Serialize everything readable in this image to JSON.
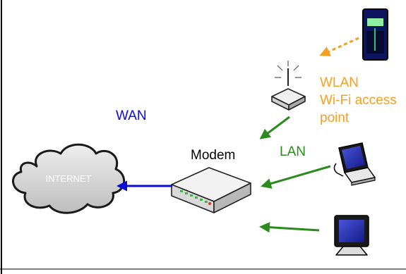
{
  "diagram": {
    "nodes": {
      "internet": {
        "label": "INTERNET"
      },
      "modem": {
        "label": "Modem"
      },
      "wifi_access_point": {
        "lines": [
          "WLAN",
          "Wi-Fi access",
          "point"
        ]
      },
      "laptop": {},
      "desktop_monitor": {},
      "wireless_device": {}
    },
    "connections": {
      "wan": {
        "label": "WAN",
        "from": "modem",
        "to": "internet"
      },
      "lan": {
        "label": "LAN",
        "from": [
          "laptop",
          "desktop_monitor"
        ],
        "to": "modem"
      },
      "wireless": {
        "from": "wireless_device",
        "to": "wifi_access_point"
      },
      "ap_to_modem": {
        "from": "wifi_access_point",
        "to": "modem"
      }
    }
  },
  "colors": {
    "wan": "#0b0bd8",
    "lan": "#2a8a1c",
    "wlan": "#f5a020",
    "frame": "#000000"
  }
}
